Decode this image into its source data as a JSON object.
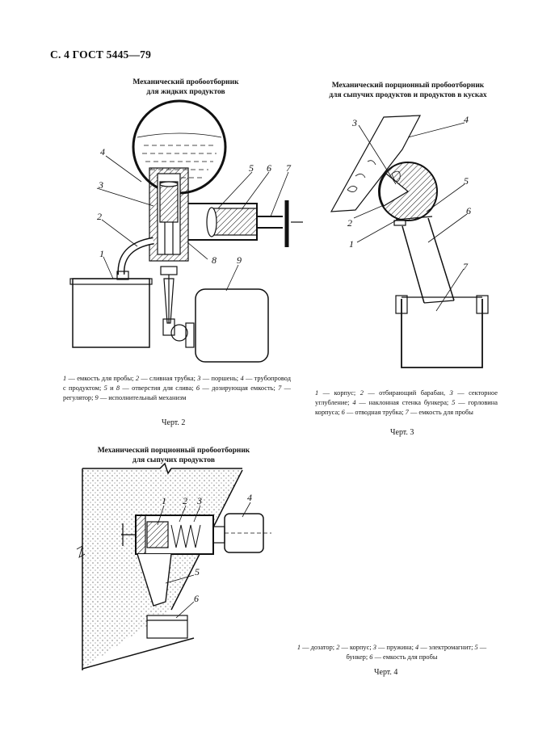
{
  "header": {
    "text": "С. 4 ГОСТ 5445—79"
  },
  "fig2": {
    "title_line1": "Механический пробоотборник",
    "title_line2": "для жидких продуктов",
    "labels": [
      "1",
      "2",
      "3",
      "4",
      "5",
      "6",
      "7",
      "8",
      "9"
    ],
    "caption": [
      {
        "n": "1",
        "t": " — емкость для пробы; "
      },
      {
        "n": "2",
        "t": " — сливная трубка; "
      },
      {
        "n": "3",
        "t": " — поршень; "
      },
      {
        "n": "4",
        "t": " — трубопровод с продуктом; "
      },
      {
        "n": "5",
        "t": " и "
      },
      {
        "n": "8",
        "t": " — отверстия для слива; "
      },
      {
        "n": "6",
        "t": " — дозирующая емкость; "
      },
      {
        "n": "7",
        "t": " — регулятор; "
      },
      {
        "n": "9",
        "t": " — исполнительный механизм"
      }
    ],
    "chert": "Черт. 2"
  },
  "fig3": {
    "title_line1": "Механический порционный пробоотборник",
    "title_line2": "для сыпучих продуктов и продуктов в кусках",
    "labels": [
      "1",
      "2",
      "3",
      "4",
      "5",
      "6",
      "7"
    ],
    "caption": [
      {
        "n": "1",
        "t": " — корпус; "
      },
      {
        "n": "2",
        "t": " — отбирающий барабан, "
      },
      {
        "n": "3",
        "t": " — секторное углубление; "
      },
      {
        "n": "4",
        "t": " — наклонная стенка бункера; "
      },
      {
        "n": "5",
        "t": " — горловина корпуса; "
      },
      {
        "n": "6",
        "t": " — отводная трубка; "
      },
      {
        "n": "7",
        "t": " — емкость для пробы"
      }
    ],
    "chert": "Черт. 3"
  },
  "fig4": {
    "title_line1": "Механический порционный пробоотборник",
    "title_line2": "для сыпучих продуктов",
    "labels": [
      "1",
      "2",
      "3",
      "4",
      "5",
      "6"
    ],
    "caption": [
      {
        "n": "1",
        "t": " — дозатор; "
      },
      {
        "n": "2",
        "t": " — корпус; "
      },
      {
        "n": "3",
        "t": " — пружина; "
      },
      {
        "n": "4",
        "t": " — электромагнит; "
      },
      {
        "n": "5",
        "t": " — бункер; "
      },
      {
        "n": "6",
        "t": " — емкость для пробы"
      }
    ],
    "chert": "Черт. 4"
  }
}
